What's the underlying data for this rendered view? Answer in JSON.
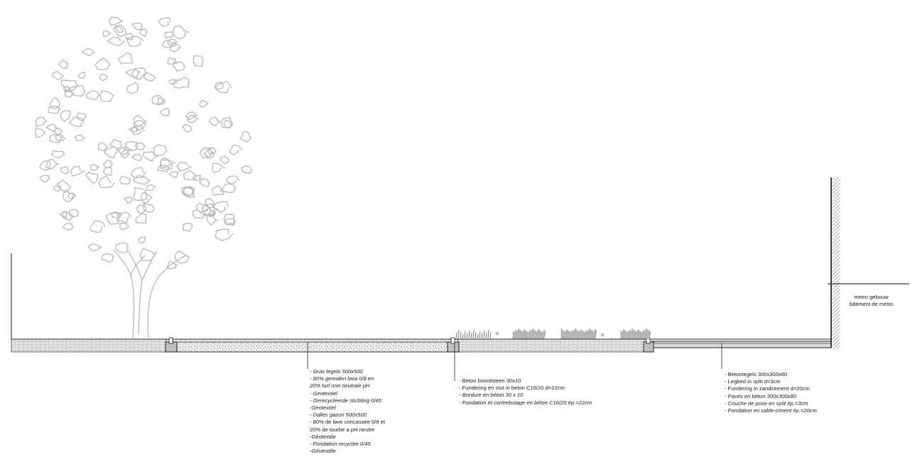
{
  "colors": {
    "ink": "#1a1a1a",
    "tree": "#b8b8b8",
    "paving_fill": "#e8e8e8",
    "hedge": "#b5b5b5"
  },
  "building_label": {
    "line1": "metro gebouw",
    "line2": "bâtiment de metro"
  },
  "annotations": {
    "grass_tiles": [
      {
        "text": "- Gras tegels 500x500",
        "italic": true
      },
      {
        "text": "- 80% gemalen lava 0/8 en",
        "italic": true
      },
      {
        "text": "20% turf met neutrale pH",
        "italic": true
      },
      {
        "text": "- Geotextiel",
        "italic": true
      },
      {
        "text": "- Gerecycleerde stichting 0/45",
        "italic": true
      },
      {
        "text": "-Geotextiel",
        "italic": true
      },
      {
        "text": "- Dalles gazon 500x500",
        "italic": true
      },
      {
        "text": "- 80% de lave concassée 0/8 et",
        "italic": false
      },
      {
        "text": "20% de tourbe a pH neutre",
        "italic": false
      },
      {
        "text": "-Géotextile",
        "italic": false
      },
      {
        "text": "- Fondation recyclée 0/45",
        "italic": true
      },
      {
        "text": "-Géotextile",
        "italic": true
      }
    ],
    "curb": [
      {
        "text": "- Beton boordsteen 30x10",
        "italic": false
      },
      {
        "text": "- Fundering en stut in beton C16/20 d=22cm",
        "italic": false
      },
      {
        "text": "- Bordure en béton 30 x 10",
        "italic": true
      },
      {
        "text": "- Fondation et contrebutage en béton C16/20 ép.=22cm",
        "italic": true
      }
    ],
    "concrete_tiles": [
      {
        "text": "- Betontegels 300x300x80",
        "italic": false
      },
      {
        "text": "- Legbed in split  d=3cm",
        "italic": false
      },
      {
        "text": "- Fundering in zandcement d=20cm",
        "italic": false
      },
      {
        "text": "- Pavés en béton 300x300x80",
        "italic": true
      },
      {
        "text": "- Couche de pose en split ép.=3cm",
        "italic": true
      },
      {
        "text": "- Fondation en sable-ciment ép.=20cm",
        "italic": true
      }
    ]
  }
}
